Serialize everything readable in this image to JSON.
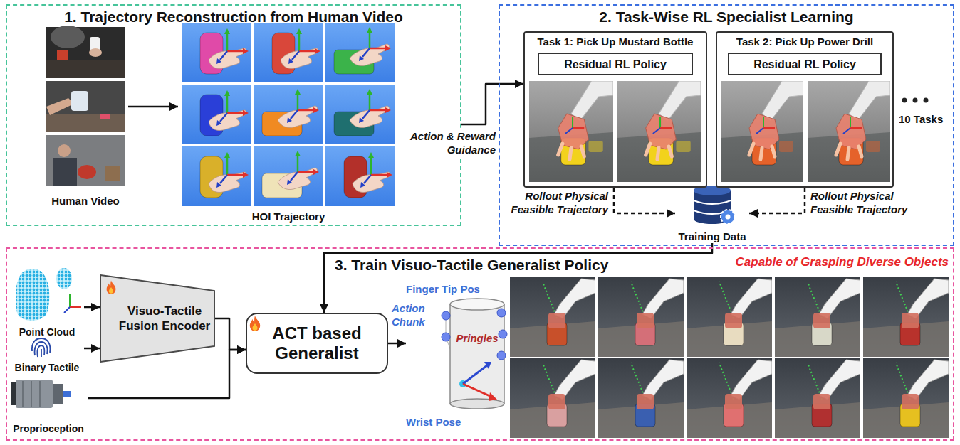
{
  "diagram": {
    "nodes": [
      {
        "text": [
          "1. Trajectory Reconstruction from Human Video"
        ]
      },
      {
        "text": [
          "Human Video"
        ],
        "in": 0
      },
      {
        "text": [
          "HOI Trajectory"
        ],
        "in": 0
      },
      {
        "text": [
          "2. Task-Wise RL Specialist Learning"
        ]
      },
      {
        "text": [
          "Task 1: Pick Up Mustard Bottle"
        ],
        "in": 3
      },
      {
        "text": [
          "Residual RL Policy"
        ],
        "in": 4
      },
      {
        "text": [
          "Task 2: Pick Up Power Drill"
        ],
        "in": 3
      },
      {
        "text": [
          "Residual RL Policy"
        ],
        "in": 6
      },
      {
        "text": [
          "Training Data"
        ],
        "in": 3
      },
      {
        "text": [
          "3. Train Visuo-Tactile Generalist Policy"
        ]
      },
      {
        "text": [
          "Point Cloud"
        ],
        "in": 9
      },
      {
        "text": [
          "Binary Tactile"
        ],
        "in": 9
      },
      {
        "text": [
          "Proprioception"
        ],
        "in": 9
      },
      {
        "text": [
          "Visuo-Tactile Fusion Encoder"
        ],
        "in": 9
      },
      {
        "text": [
          "ACT based Generalist"
        ],
        "in": 9
      },
      {
        "text": [
          "Finger Tip Pos",
          "Wrist Pose"
        ],
        "in": 9
      }
    ],
    "edges": [
      {
        "from": 1,
        "to": 2,
        "arrow": "to"
      },
      {
        "from": 0,
        "to": 4,
        "label": "Action & Reward Guidance",
        "arrow": "to"
      },
      {
        "from": 4,
        "to": 8,
        "label": "Rollout Physical Feasible Trajectory",
        "arrow": "to"
      },
      {
        "from": 6,
        "to": 8,
        "label": "Rollout Physical Feasible Trajectory",
        "arrow": "to"
      },
      {
        "from": 8,
        "to": 14,
        "arrow": "to"
      },
      {
        "from": 10,
        "to": 13,
        "arrow": "to"
      },
      {
        "from": 11,
        "to": 13,
        "arrow": "to"
      },
      {
        "from": 13,
        "to": 14,
        "arrow": "to"
      },
      {
        "from": 12,
        "to": 14,
        "arrow": "to"
      },
      {
        "from": 14,
        "to": 15,
        "label": "Action Chunk",
        "arrow": "to"
      }
    ],
    "labels": [
      "10 Tasks",
      "Capable of Grasping Diverse Objects",
      "Pringles"
    ]
  }
}
